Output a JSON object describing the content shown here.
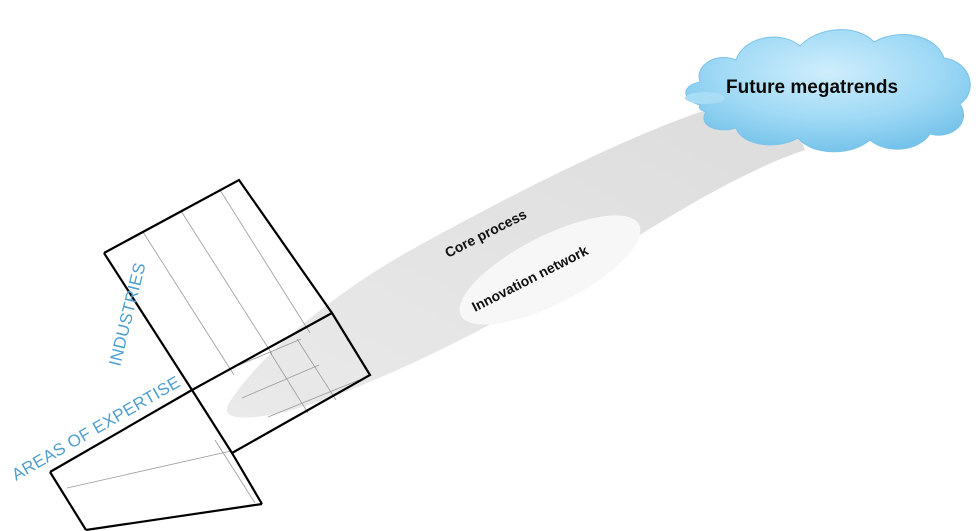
{
  "diagram": {
    "cloud_label": "Future megatrends",
    "core_process_label": "Core process",
    "innovation_network_label": "Innovation network",
    "industries_label": "INDUSTRIES",
    "areas_label": "AREAS OF EXPERTISE"
  },
  "colors": {
    "label_blue": "#4f9fd0",
    "beam_gray": "#e3e3e3",
    "cloud_blue": "#8fd1f3"
  }
}
